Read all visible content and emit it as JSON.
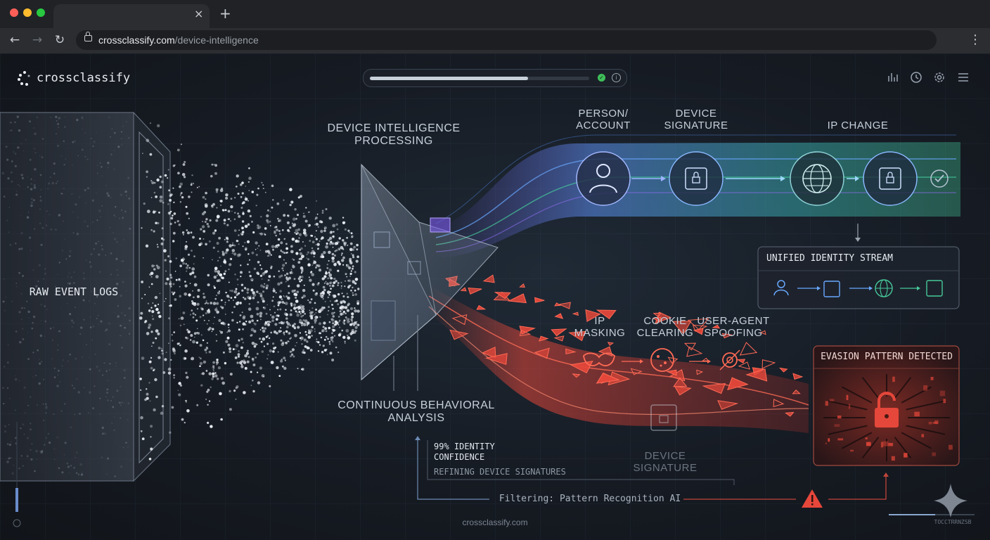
{
  "browser": {
    "url_host": "crossclassify.com",
    "url_path": "/device-intelligence"
  },
  "app": {
    "brand": "crossclassify",
    "progress_fraction": 0.72,
    "footer": "crossclassify.com",
    "corner_code": "TOCCTRRNZSB"
  },
  "diagram": {
    "raw_logs": "RAW EVENT LOGS",
    "processing_title": "DEVICE INTELLIGENCE\nPROCESSING",
    "behavioral_title": "CONTINUOUS BEHAVIORAL\nANALYSIS",
    "person_label": "PERSON/\nACCOUNT",
    "signature_label": "DEVICE\nSIGNATURE",
    "ip_change_label": "IP CHANGE",
    "unified_title": "UNIFIED IDENTITY STREAM",
    "ip_masking_label": "IP\nMASKING",
    "cookie_label": "COOKIE\nCLEARING",
    "spoofing_label": "USER-AGENT\nSPOOFING",
    "ghost_signature_label": "DEVICE\nSIGNATURE",
    "evasion_title": "EVASION PATTERN DETECTED",
    "confidence": "99% IDENTITY\nCONFIDENCE",
    "refining": "REFINING DEVICE SIGNATURES",
    "filtering": "Filtering: Pattern Recognition AI"
  },
  "colors": {
    "accent_blue": "#5b9cf0",
    "accent_green": "#46c99a",
    "alert_red": "#e5473a",
    "success_green": "#3fbf5a"
  }
}
